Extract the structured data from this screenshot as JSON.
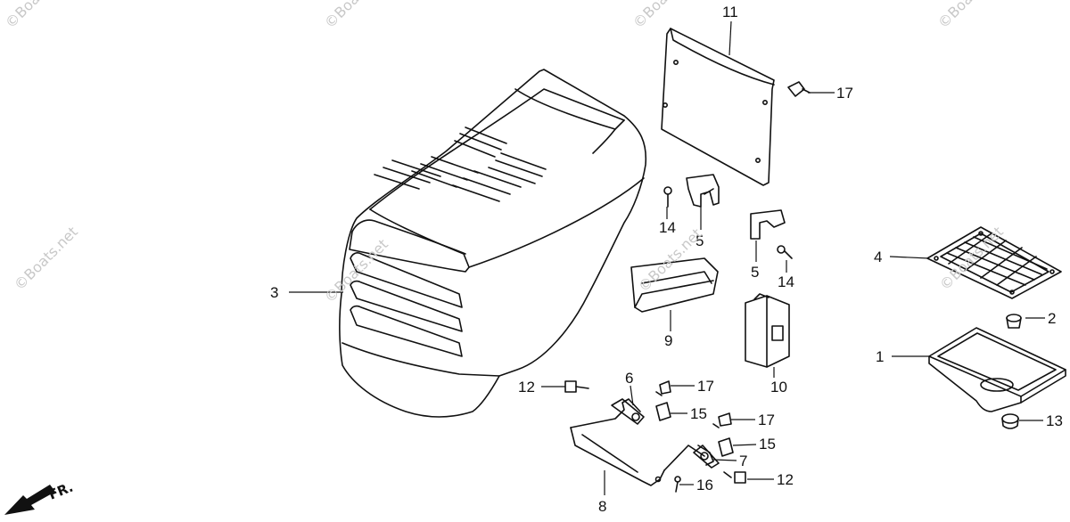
{
  "diagram": {
    "callouts": {
      "c1": "1",
      "c2": "2",
      "c3": "3",
      "c4": "4",
      "c5a": "5",
      "c5b": "5",
      "c6": "6",
      "c7": "7",
      "c8": "8",
      "c9": "9",
      "c10": "10",
      "c11": "11",
      "c12a": "12",
      "c12b": "12",
      "c13": "13",
      "c14a": "14",
      "c14b": "14",
      "c15a": "15",
      "c15b": "15",
      "c16": "16",
      "c17a": "17",
      "c17b": "17",
      "c17c": "17"
    },
    "direction_label": "FR.",
    "watermark": "©Boats.net"
  }
}
